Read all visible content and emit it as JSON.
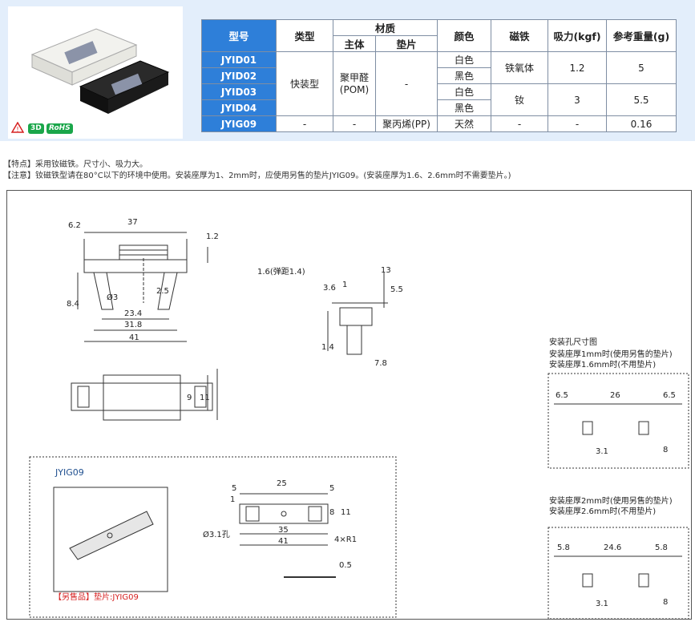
{
  "badges": {
    "warn_label": "!",
    "three_d": "3D",
    "rohs": "RoHS"
  },
  "table": {
    "headers": {
      "model": "型号",
      "type": "类型",
      "material": "材质",
      "body": "主体",
      "pad": "垫片",
      "color": "颜色",
      "magnet": "磁铁",
      "force": "吸力(kgf)",
      "weight": "参考重量(g)"
    },
    "models": [
      "JYID01",
      "JYID02",
      "JYID03",
      "JYID04",
      "JYIG09"
    ],
    "type_fast": "快装型",
    "body_pom": "聚甲醛\n(POM)",
    "pad_dash": "-",
    "colors": [
      "白色",
      "黑色",
      "白色",
      "黑色",
      "天然"
    ],
    "magnets": [
      "铁氧体",
      "钕"
    ],
    "forces": [
      "1.2",
      "3"
    ],
    "weights": [
      "5",
      "5.5"
    ],
    "jyig09_row": {
      "type": "-",
      "body": "-",
      "pad": "聚丙烯(PP)",
      "magnet": "-",
      "force": "-",
      "weight": "0.16"
    }
  },
  "notes": {
    "feature": "【特点】采用钕磁铁。尺寸小、吸力大。",
    "caution": "【注意】钕磁铁型请在80°C以下的环境中使用。安装座厚为1、2mm时，应使用另售的垫片JYIG09。(安装座厚为1.6、2.6mm时不需要垫片。)"
  },
  "dims": {
    "top_width": "37",
    "left_top": "6.2",
    "right_top": "1.2",
    "left_h": "8.4",
    "phi3": "Ø3",
    "mid_h": "2.5",
    "w1": "23.4",
    "w2": "31.8",
    "w3": "41",
    "spring": "1.6(弹距1.4)",
    "s13": "13",
    "s36": "3.6",
    "s1": "1",
    "s55": "5.5",
    "s14": "1.4",
    "s78": "7.8",
    "h9": "9",
    "h11": "11"
  },
  "mount": {
    "title": "安装孔尺寸图",
    "case1_line1": "安装座厚1mm时(使用另售的垫片)",
    "case1_line2": "安装座厚1.6mm时(不用垫片)",
    "case1_dims": [
      "6.5",
      "26",
      "6.5",
      "3.1",
      "8"
    ],
    "case2_line1": "安装座厚2mm时(使用另售的垫片)",
    "case2_line2": "安装座厚2.6mm时(不用垫片)",
    "case2_dims": [
      "5.8",
      "24.6",
      "5.8",
      "3.1",
      "8"
    ]
  },
  "pad": {
    "title": "JYIG09",
    "sold_separately": "【另售品】垫片:JYIG09",
    "dims": {
      "d5a": "5",
      "d25": "25",
      "d5b": "5",
      "d1": "1",
      "d8": "8",
      "d11": "11",
      "hole": "Ø3.1孔",
      "d35": "35",
      "d41": "41",
      "r1": "4×R1",
      "t": "0.5"
    }
  },
  "colors": {
    "header_blue": "#2e7fd9",
    "panel_bg": "#e3eefb",
    "accent_red": "#d62020",
    "rohs_green": "#1aa64a"
  }
}
